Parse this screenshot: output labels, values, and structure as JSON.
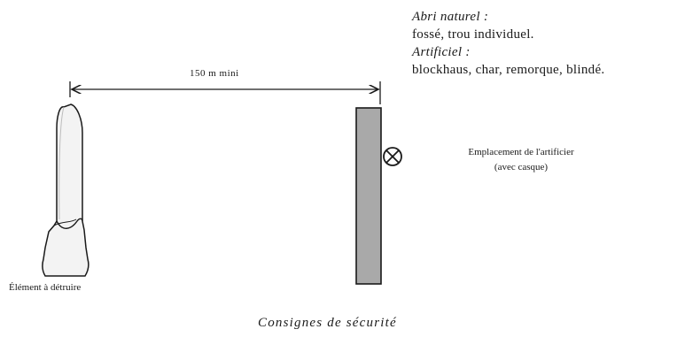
{
  "shelter_legend": {
    "natural_heading": "Abri naturel :",
    "natural_examples": "fossé, trou individuel.",
    "artificial_heading": "Artificiel :",
    "artificial_examples": "blockhaus, char, remorque, blindé."
  },
  "distance_label": "150 m mini",
  "operator_position": {
    "line1": "Emplacement de l'artificier",
    "line2": "(avec casque)"
  },
  "shell_label": "Élément à détruire",
  "caption": "Consignes de sécurité",
  "colors": {
    "ink": "#1a1a1a",
    "shell_fill": "#f3f3f3",
    "wall_fill": "#a9a9a9"
  },
  "icons": {
    "operator_marker": "circled-x-icon"
  }
}
